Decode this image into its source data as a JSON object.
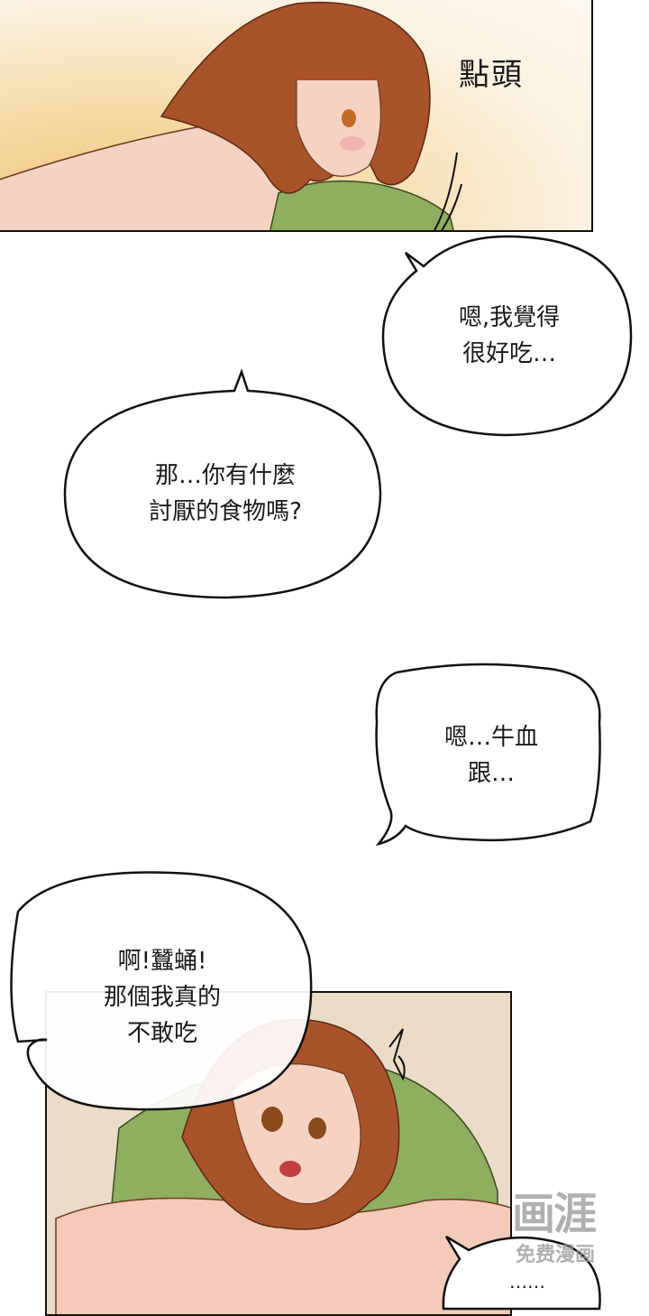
{
  "panel_top": {
    "sfx": "點頭"
  },
  "bubbles": [
    {
      "lines": [
        "嗯,我覺得",
        "很好吃…"
      ]
    },
    {
      "lines": [
        "那…你有什麼",
        "討厭的食物嗎?"
      ]
    },
    {
      "lines": [
        "嗯…牛血",
        "跟…"
      ]
    },
    {
      "lines": [
        "啊!蠶蛹!",
        "那個我真的",
        "不敢吃"
      ]
    },
    {
      "lines": [
        "……"
      ]
    }
  ],
  "watermark": {
    "logo": "画涯",
    "tagline": "免费漫画"
  },
  "colors": {
    "hair": "#a9532a",
    "skin": "#f6d2c2",
    "pillow": "#8fae5f",
    "panel_bg": "#eadcc7"
  }
}
